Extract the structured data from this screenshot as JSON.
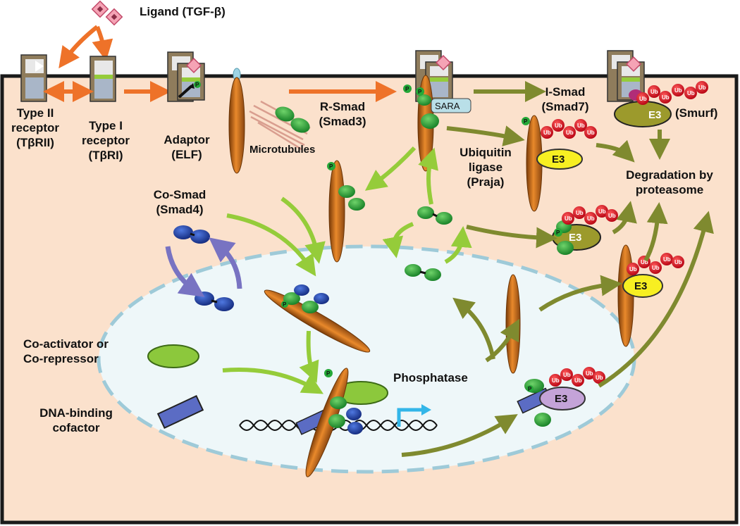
{
  "labels": {
    "ligand": "Ligand (TGF-β)",
    "type2_l1": "Type II",
    "type2_l2": "receptor",
    "type2_l3": "(TβRII)",
    "type1_l1": "Type I",
    "type1_l2": "receptor",
    "type1_l3": "(TβRI)",
    "adaptor_l1": "Adaptor",
    "adaptor_l2": "(ELF)",
    "rsmad_l1": "R-Smad",
    "rsmad_l2": "(Smad3)",
    "microtubules": "Microtubules",
    "sara": "SARA",
    "ismad_l1": "I-Smad",
    "ismad_l2": "(Smad7)",
    "smurf": "(Smurf)",
    "ubiquitin_l1": "Ubiquitin",
    "ubiquitin_l2": "ligase",
    "ubiquitin_l3": "(Praja)",
    "degradation_l1": "Degradation by",
    "degradation_l2": "proteasome",
    "cosmad_l1": "Co-Smad",
    "cosmad_l2": "(Smad4)",
    "coactivator_l1": "Co-activator or",
    "coactivator_l2": "Co-repressor",
    "dnabinding_l1": "DNA-binding",
    "dnabinding_l2": "cofactor",
    "phosphatase": "Phosphatase",
    "e3": "E3",
    "ub": "Ub",
    "p": "P"
  },
  "colors": {
    "cytoplasm": "#fbe1cc",
    "nucleus": "#eef7f9",
    "nuclear_membrane": "#9ecad8",
    "orange_arrow": "#ee7229",
    "light_green_arrow": "#95cc3a",
    "olive_arrow": "#7f8a2f",
    "purple_arrow": "#7873c2",
    "smad_green": "#25a838",
    "smad4_blue": "#1e3c9e",
    "ub_red": "#e0101b",
    "e3_yellow": "#f7ef22",
    "e3_olive": "#9c9a2c",
    "e3_purple": "#c4a3d8",
    "elf_orange": "#c5711d"
  }
}
